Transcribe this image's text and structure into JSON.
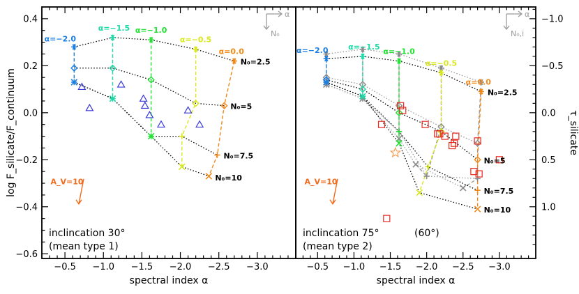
{
  "chart_data": {
    "type": "scatter",
    "shared": {
      "x_axis_label": "spectral index α",
      "x_range": [
        -0.2,
        -3.5
      ],
      "x_ticks": [
        -0.5,
        -1.0,
        -1.5,
        -2.0,
        -2.5,
        -3.0
      ],
      "x_tick_labels": [
        "−0.5",
        "−1.0",
        "−1.5",
        "−2.0",
        "−2.5",
        "−3.0"
      ],
      "left_y_label": "log F_silicate/F_continuum",
      "left_y_range": [
        -0.62,
        0.45
      ],
      "left_y_ticks": [
        0.4,
        0.2,
        0.0,
        -0.2,
        -0.4,
        -0.6
      ],
      "left_y_tick_labels": [
        "0.4",
        "0.2",
        "0.0",
        "−0.2",
        "−0.4",
        "−0.6"
      ],
      "right_y_label": "τ_silicate",
      "right_y_ticks": [
        -1.0,
        -0.5,
        0.0,
        0.5,
        1.0
      ],
      "right_y_tick_labels": [
        "−1.0",
        "−0.5",
        "0.0",
        "0.5",
        "1.0"
      ],
      "alpha_labels": [
        "α=−2.0",
        "α=−1.5",
        "α=−1.0",
        "α=−0.5",
        "α=0.0"
      ],
      "alpha_colors": [
        "#1c7fe0",
        "#1fd8a8",
        "#22e034",
        "#d8e81c",
        "#f08a1a"
      ],
      "n0_labels": [
        "N₀=2.5",
        "N₀=5",
        "N₀=7.5",
        "N₀=10"
      ],
      "av_label": "A_V=10",
      "av_color": "#f26a1b",
      "direction_labels": {
        "left": "α",
        "left_down": "N₀",
        "right": "α",
        "right_down": "N₀,i"
      }
    },
    "panels": [
      {
        "title": "inclincation 30°",
        "subtitle": "(mean type 1)",
        "secondary_note": "",
        "model_grid": [
          [
            [
              -0.62,
              0.28
            ],
            [
              -1.12,
              0.32
            ],
            [
              -1.62,
              0.31
            ],
            [
              -2.2,
              0.27
            ],
            [
              -2.7,
              0.22
            ]
          ],
          [
            [
              -0.62,
              0.19
            ],
            [
              -1.12,
              0.19
            ],
            [
              -1.62,
              0.14
            ],
            [
              -2.2,
              0.04
            ],
            [
              -2.57,
              0.03
            ]
          ],
          [
            [
              -0.62,
              0.13
            ],
            [
              -1.12,
              0.06
            ],
            [
              -1.62,
              -0.1
            ],
            [
              -2.02,
              -0.1
            ],
            [
              -2.48,
              -0.18
            ]
          ],
          [
            [
              -0.62,
              0.13
            ],
            [
              -1.12,
              0.06
            ],
            [
              -1.62,
              -0.1
            ],
            [
              -2.02,
              -0.23
            ],
            [
              -2.37,
              -0.27
            ]
          ]
        ],
        "observations": {
          "marker": "triangle",
          "color": "#3a3ad8",
          "points": [
            [
              -0.72,
              0.11
            ],
            [
              -0.82,
              0.02
            ],
            [
              -1.23,
              0.12
            ],
            [
              -1.52,
              0.06
            ],
            [
              -1.54,
              0.03
            ],
            [
              -1.6,
              -0.01
            ],
            [
              -1.75,
              -0.05
            ],
            [
              -2.1,
              0.01
            ],
            [
              -2.25,
              -0.05
            ]
          ]
        }
      },
      {
        "title": "inclincation 75°",
        "subtitle": "(mean type 2)",
        "secondary_note": "(60°)",
        "secondary_color": "#9a9a9a",
        "model_grid": [
          [
            [
              -0.62,
              0.23
            ],
            [
              -1.12,
              0.24
            ],
            [
              -1.62,
              0.22
            ],
            [
              -2.2,
              0.17
            ],
            [
              -2.75,
              0.09
            ]
          ],
          [
            [
              -0.62,
              0.14
            ],
            [
              -1.12,
              0.1
            ],
            [
              -1.62,
              0.0
            ],
            [
              -2.2,
              -0.08
            ],
            [
              -2.7,
              -0.2
            ]
          ],
          [
            [
              -0.62,
              0.13
            ],
            [
              -1.12,
              0.07
            ],
            [
              -1.62,
              -0.08
            ],
            [
              -2.02,
              -0.23
            ],
            [
              -2.7,
              -0.33
            ]
          ],
          [
            [
              -0.62,
              0.13
            ],
            [
              -1.12,
              0.07
            ],
            [
              -1.62,
              -0.13
            ],
            [
              -1.9,
              -0.34
            ],
            [
              -2.7,
              -0.41
            ]
          ]
        ],
        "secondary_grid": [
          [
            [
              -0.62,
              0.25
            ],
            [
              -1.12,
              0.27
            ],
            [
              -1.62,
              0.25
            ],
            [
              -2.2,
              0.19
            ],
            [
              -2.75,
              0.13
            ]
          ],
          [
            [
              -0.62,
              0.15
            ],
            [
              -1.12,
              0.12
            ],
            [
              -1.62,
              0.03
            ],
            [
              -2.2,
              -0.06
            ],
            [
              -2.7,
              -0.13
            ]
          ],
          [
            [
              -0.62,
              0.12
            ],
            [
              -1.12,
              0.06
            ],
            [
              -1.62,
              -0.08
            ],
            [
              -2.0,
              -0.27
            ],
            [
              -2.7,
              -0.28
            ]
          ],
          [
            [
              -0.62,
              0.12
            ],
            [
              -1.12,
              0.06
            ],
            [
              -1.62,
              -0.11
            ],
            [
              -1.85,
              -0.22
            ],
            [
              -2.5,
              -0.32
            ]
          ]
        ],
        "observations": {
          "marker": "square",
          "color": "#e8281e",
          "points": [
            [
              -1.38,
              -0.05
            ],
            [
              -1.64,
              0.03
            ],
            [
              -1.67,
              0.01
            ],
            [
              -1.98,
              -0.05
            ],
            [
              -2.15,
              -0.09
            ],
            [
              -2.18,
              -0.09
            ],
            [
              -2.25,
              -0.1
            ],
            [
              -2.4,
              -0.1
            ],
            [
              -2.38,
              -0.13
            ],
            [
              -2.35,
              -0.14
            ],
            [
              -2.7,
              -0.12
            ],
            [
              -2.65,
              -0.25
            ],
            [
              -3.0,
              -0.2
            ],
            [
              -2.72,
              -0.26
            ],
            [
              -1.45,
              -0.45
            ]
          ]
        },
        "special_marker": {
          "marker": "star",
          "color": "#f5a05a",
          "point": [
            -1.57,
            -0.17
          ]
        }
      }
    ]
  }
}
